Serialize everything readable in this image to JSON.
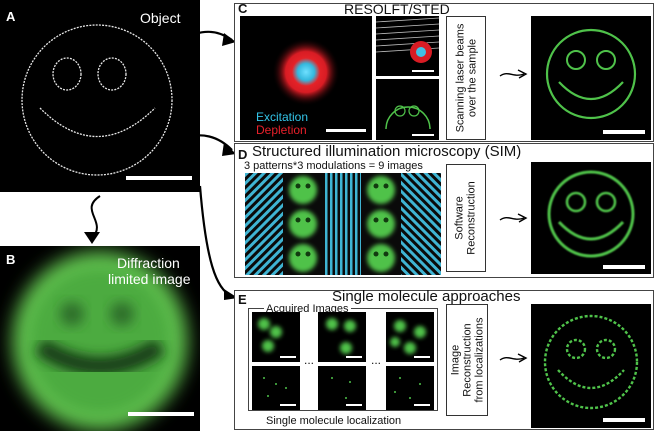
{
  "panel_a": {
    "letter": "A",
    "title": "Object"
  },
  "panel_b": {
    "letter": "B",
    "caption_line1": "Diffraction",
    "caption_line2": "limited image"
  },
  "panel_c": {
    "letter": "C",
    "heading": "RESOLFT/STED",
    "legend_excitation": "Excitation",
    "legend_depletion": "Depletion",
    "side_line1": "Scanning laser beams",
    "side_line2": "over the sample"
  },
  "panel_d": {
    "letter": "D",
    "heading": "Structured illumination microscopy (SIM)",
    "subheading": "3 patterns*3 modulations  = 9 images",
    "side_line1": "Software",
    "side_line2": "Reconstruction"
  },
  "panel_e": {
    "letter": "E",
    "heading": "Single molecule approaches",
    "acquired_label": "Acquired Images",
    "dots_label": "...",
    "localization_label": "Single molecule localization",
    "side_line1": "Image",
    "side_line2": "Reconstruction",
    "side_line3": "from localizations"
  },
  "colors": {
    "excitation": "#33c4e8",
    "depletion": "#e8202a",
    "smiley_green": "#4fc24a",
    "stripe_blue": "#3fb4d3"
  }
}
